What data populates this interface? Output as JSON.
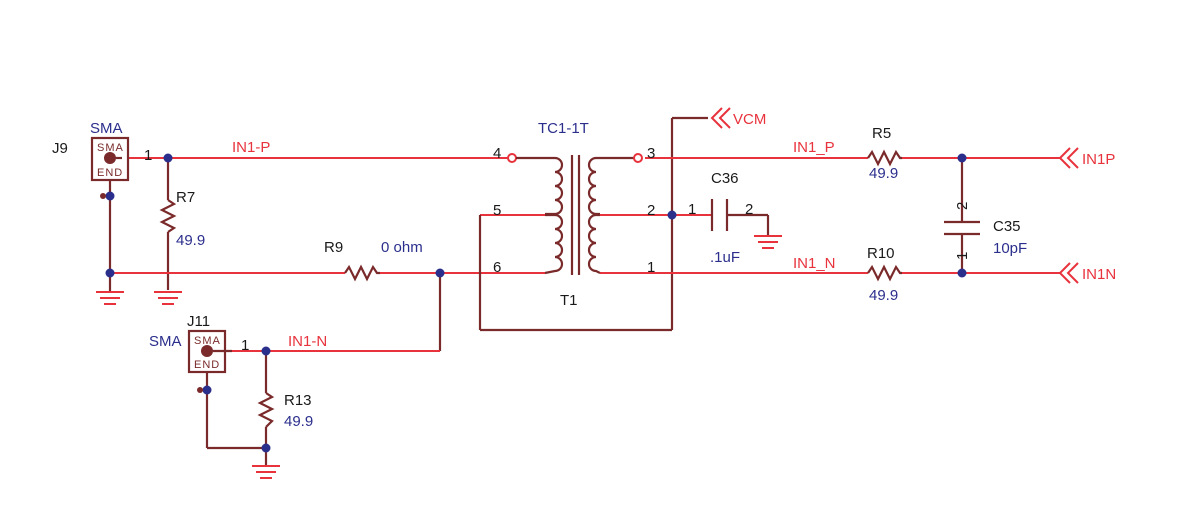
{
  "colors": {
    "wire": "#e8323c",
    "body": "#7a2a2a",
    "value": "#2b2f8c",
    "label": "#1a1a1a"
  },
  "connectors": {
    "j9": {
      "ref": "J9",
      "type": "SMA",
      "top": "SMA",
      "bottom": "END",
      "pin1": "1"
    },
    "j11": {
      "ref": "J11",
      "type": "SMA",
      "top": "SMA",
      "bottom": "END",
      "pin1": "1"
    }
  },
  "nets": {
    "in1_p": "IN1-P",
    "in1_n": "IN1-N",
    "in1_p_out": "IN1_P",
    "in1_n_out": "IN1_N"
  },
  "transformer": {
    "part": "TC1-1T",
    "ref": "T1",
    "pins": [
      "4",
      "5",
      "6",
      "3",
      "2",
      "1"
    ]
  },
  "resistors": {
    "r7": {
      "ref": "R7",
      "value": "49.9"
    },
    "r9": {
      "ref": "R9",
      "value": "0 ohm"
    },
    "r13": {
      "ref": "R13",
      "value": "49.9"
    },
    "r5": {
      "ref": "R5",
      "value": "49.9"
    },
    "r10": {
      "ref": "R10",
      "value": "49.9"
    }
  },
  "capacitors": {
    "c36": {
      "ref": "C36",
      "value": ".1uF",
      "pin1": "1",
      "pin2": "2"
    },
    "c35": {
      "ref": "C35",
      "value": "10pF",
      "pin1": "1",
      "pin2": "2"
    }
  },
  "ports": {
    "vcm": "VCM",
    "in1p": "IN1P",
    "in1n": "IN1N"
  }
}
